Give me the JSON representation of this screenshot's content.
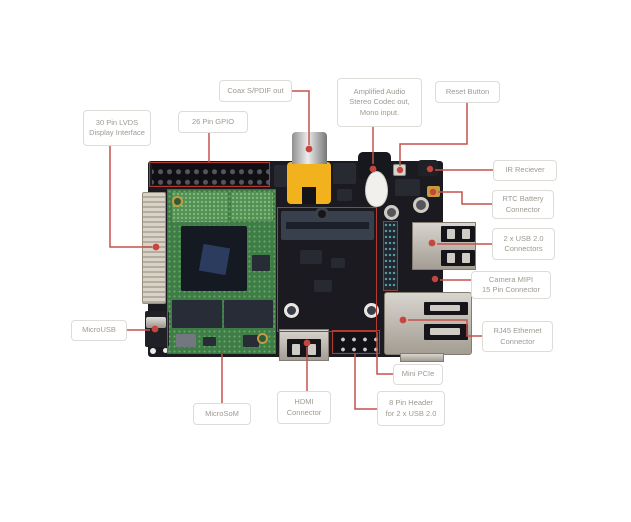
{
  "callouts": {
    "lvds_display": "30 Pin LVDS\nDisplay Interface",
    "gpio": "26 Pin GPIO",
    "coax_spdif": "Coax S/PDIF out",
    "amplified_audio": "Amplified Audio\nStereo Codec out,\nMono input.",
    "reset_button": "Reset Button",
    "ir_receiver": "IR Reciever",
    "rtc_battery": "RTC Battery\nConnector",
    "usb_2x": "2 x USB 2.0\nConnectors",
    "camera_mipi": "Camera MIPI\n15 Pin Connector",
    "rj45_ethernet": "RJ45 Ethernet\nConnector",
    "micro_usb": "MicroUSB",
    "micro_som": "MicroSoM",
    "hdmi": "HDMI\nConnector",
    "mini_pcie": "Mini PCIe",
    "pin_header_8": "8 Pin Header\nfor 2 x USB 2.0"
  },
  "colors": {
    "leader_line": "#c4524b",
    "leader_dot": "#c7453c",
    "component_outline_red": "#b23a31",
    "label_text": "#9f9992",
    "label_border": "#dfdcd8",
    "pcb_black": "#1a1a20",
    "som_green": "#3f7d48",
    "rca_yellow": "#f2b21e",
    "connector_silver": "#c9c5be"
  }
}
